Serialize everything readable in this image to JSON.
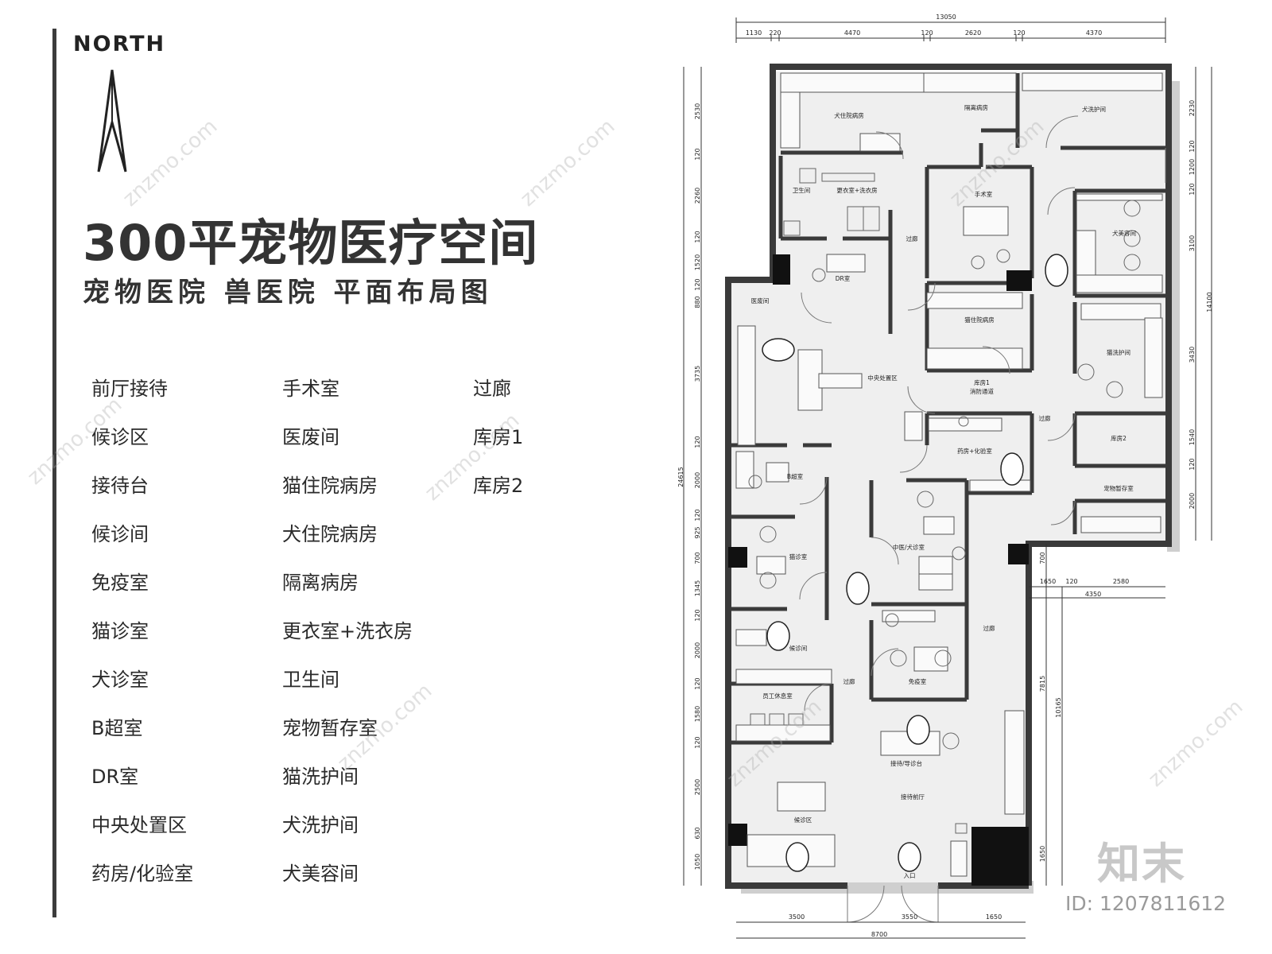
{
  "compass": {
    "label": "NORTH",
    "icon": "north-arrow-icon"
  },
  "title": "300平宠物医疗空间",
  "subtitle": "宠物医院 兽医院 平面布局图",
  "legend": {
    "col1": [
      "前厅接待",
      "候诊区",
      "接待台",
      "候诊间",
      "免疫室",
      "猫诊室",
      "犬诊室",
      "B超室",
      "DR室",
      "中央处置区",
      "药房/化验室"
    ],
    "col2": [
      "手术室",
      "医废间",
      "猫住院病房",
      "犬住院病房",
      "隔离病房",
      "更衣室+洗衣房",
      "卫生间",
      "宠物暂存室",
      "猫洗护间",
      "犬洗护间",
      "犬美容间"
    ],
    "col3": [
      "过廊",
      "库房1",
      "库房2"
    ]
  },
  "plan": {
    "rooms": {
      "dog_ward": "犬住院病房",
      "isolation": "隔离病房",
      "dog_wash": "犬洗护间",
      "wc": "卫生间",
      "changing": "更衣室+洗衣房",
      "surgery": "手术室",
      "dog_beauty": "犬美容间",
      "dr": "DR室",
      "waste": "医废间",
      "corridor": "过廊",
      "cat_ward": "猫住院病房",
      "central": "中央处置区",
      "storage1": "库房1",
      "fire_passage": "消防通道",
      "cat_wash": "猫洗护间",
      "storage2": "库房2",
      "pharmacy": "药房+化验室",
      "bultra": "B超室",
      "pet_temp": "宠物暂存室",
      "tcm_dog": "中医/犬诊室",
      "cat_clinic": "猫诊室",
      "waiting_room": "候诊间",
      "immunization": "免疫室",
      "staff_rest": "员工休息室",
      "reception": "接待/导诊台",
      "lobby": "接待前厅",
      "waiting_area": "候诊区",
      "entrance": "入口"
    },
    "dims_top": {
      "total": "13050",
      "segments": [
        "1130",
        "220",
        "4470",
        "120",
        "2620",
        "120",
        "4370"
      ]
    },
    "dims_left": {
      "total": "24615",
      "segments": [
        "2530",
        "120",
        "2260",
        "120",
        "1520",
        "120",
        "880",
        "3735",
        "120",
        "2000",
        "120",
        "925",
        "700",
        "1345",
        "120",
        "2000",
        "120",
        "1580",
        "120",
        "2500",
        "630",
        "1050"
      ]
    },
    "dims_right": {
      "total": "14100",
      "segments": [
        "2230",
        "120",
        "1200",
        "120",
        "3100",
        "3430",
        "1540",
        "120",
        "2000"
      ]
    },
    "dims_mid": {
      "total": "4350",
      "segments": [
        "1650",
        "120",
        "2580"
      ]
    },
    "dims_right_lower": {
      "values": [
        "700",
        "7815",
        "10165",
        "1650"
      ]
    },
    "dims_bottom": {
      "total": "8700",
      "segments": [
        "3500",
        "3550",
        "1650"
      ]
    }
  },
  "watermark": "znzmo.com",
  "logo": "知末",
  "id_text": "ID: 1207811612"
}
